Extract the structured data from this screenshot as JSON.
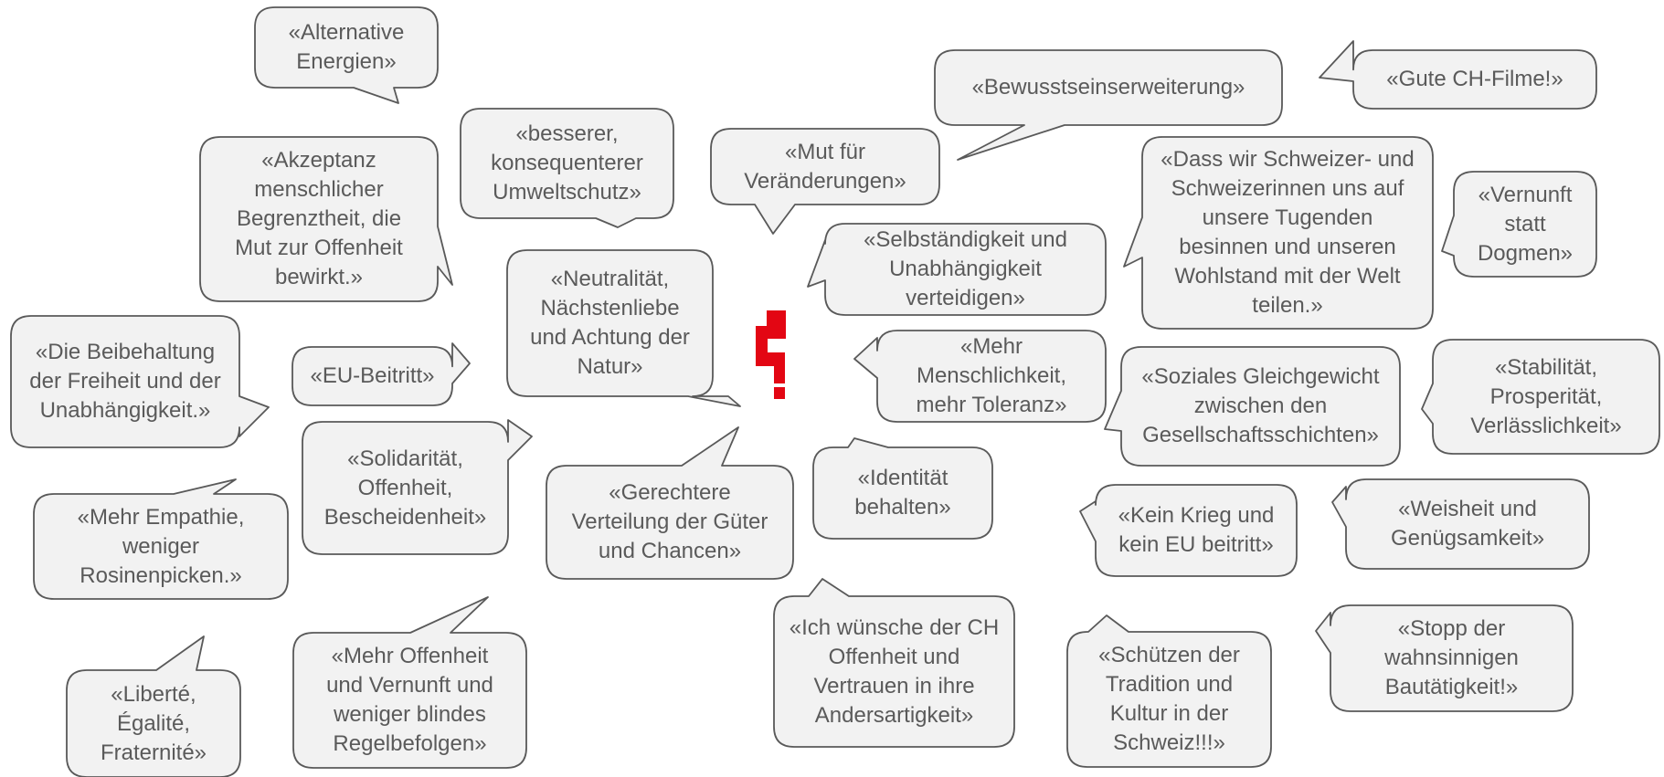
{
  "colors": {
    "bubble_fill": "#f2f2f2",
    "bubble_stroke": "#595959",
    "text": "#5a5a5a",
    "logo": "#e30613"
  },
  "logo": {
    "icon": "red-swiss-cross-fragment-logo"
  },
  "bubbles": [
    {
      "id": "alternative-energien",
      "text": "«Alternative\nEnergien»"
    },
    {
      "id": "bewusstseinserweiterung",
      "text": "«Bewusstseinserweiterung»"
    },
    {
      "id": "gute-ch-filme",
      "text": "«Gute CH-Filme!»"
    },
    {
      "id": "besserer-umweltschutz",
      "text": "«besserer,\nkonsequenterer\nUmweltschutz»"
    },
    {
      "id": "mut-fuer-veraenderungen",
      "text": "«Mut für\nVeränderungen»"
    },
    {
      "id": "akzeptanz",
      "text": "«Akzeptanz\nmenschlicher\nBegrenztheit, die\nMut zur Offenheit\nbewirkt.»"
    },
    {
      "id": "dass-wir-schweizer",
      "text": "«Dass wir Schweizer- und\nSchweizerinnen uns auf\nunsere Tugenden\nbesinnen und unseren\nWohlstand mit der Welt\nteilen.»"
    },
    {
      "id": "vernunft-statt-dogmen",
      "text": "«Vernunft\nstatt Dogmen»"
    },
    {
      "id": "selbstaendigkeit",
      "text": "«Selbständigkeit und\nUnabhängigkeit\nverteidigen»"
    },
    {
      "id": "neutralitaet",
      "text": "«Neutralität,\nNächstenliebe\nund Achtung der\nNatur»"
    },
    {
      "id": "beibehaltung-freiheit",
      "text": "«Die Beibehaltung\nder Freiheit und der\nUnabhängigkeit.»"
    },
    {
      "id": "eu-beitritt",
      "text": "«EU-Beitritt»"
    },
    {
      "id": "mehr-menschlichkeit",
      "text": "«Mehr\nMenschlichkeit,\nmehr Toleranz»"
    },
    {
      "id": "soziales-gleichgewicht",
      "text": "«Soziales Gleichgewicht\nzwischen den\nGesellschaftsschichten»"
    },
    {
      "id": "stabilitaet",
      "text": "«Stabilität,\nProsperität,\nVerlässlichkeit»"
    },
    {
      "id": "solidaritaet",
      "text": "«Solidarität,\nOffenheit,\nBescheidenheit»"
    },
    {
      "id": "gerechtere-verteilung",
      "text": "«Gerechtere\nVerteilung der Güter\nund Chancen»"
    },
    {
      "id": "identitaet-behalten",
      "text": "«Identität\nbehalten»"
    },
    {
      "id": "kein-krieg",
      "text": "«Kein Krieg und\nkein EU beitritt»"
    },
    {
      "id": "weisheit",
      "text": "«Weisheit und\nGenügsamkeit»"
    },
    {
      "id": "mehr-empathie",
      "text": "«Mehr Empathie,\nweniger\nRosinenpicken.»"
    },
    {
      "id": "mehr-offenheit-vernunft",
      "text": "«Mehr Offenheit\nund Vernunft und\nweniger blindes\nRegelbefolgen»"
    },
    {
      "id": "ich-wuensche",
      "text": "«Ich wünsche der CH\nOffenheit und\nVertrauen in ihre\nAndersartigkeit»"
    },
    {
      "id": "schuetzen-tradition",
      "text": "«Schützen der\nTradition und\nKultur in der\nSchweiz!!!»"
    },
    {
      "id": "stopp-bautaetigkeit",
      "text": "«Stopp der\nwahnsinnigen\nBautätigkeit!»"
    },
    {
      "id": "liberte",
      "text": "«Liberté,\nÉgalité,\nFraternité»"
    }
  ]
}
